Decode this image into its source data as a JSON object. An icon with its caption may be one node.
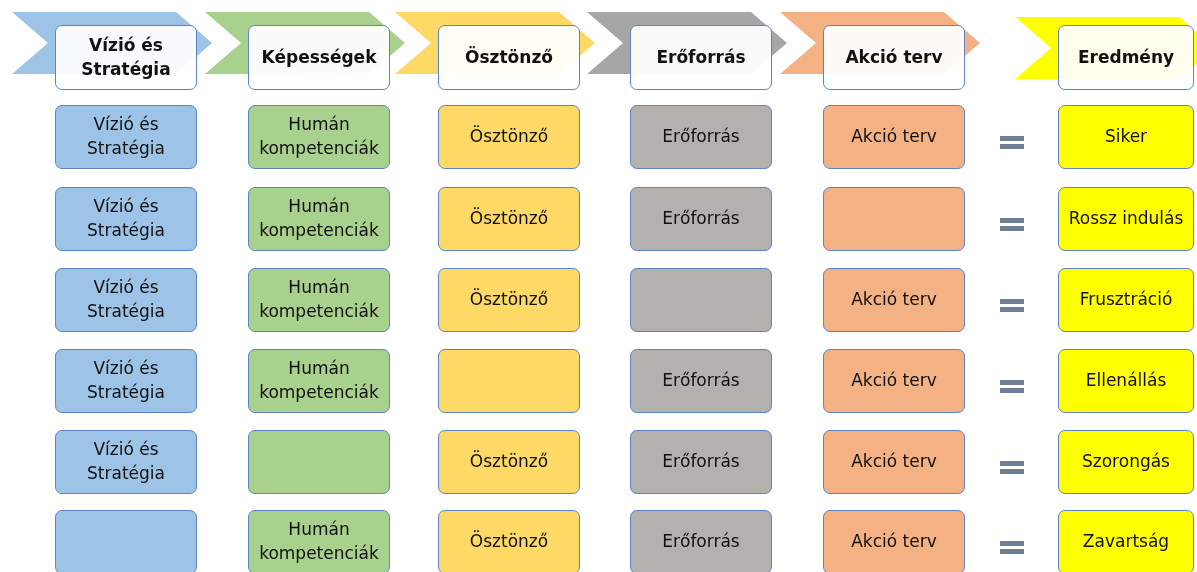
{
  "diagram": {
    "nodes": [
      {
        "text": [],
        "shape": "chevron"
      },
      {
        "text": [
          "Vízió és Stratégia"
        ]
      },
      {
        "text": [],
        "shape": "chevron"
      },
      {
        "text": [
          "Képességek"
        ]
      },
      {
        "text": [],
        "shape": "chevron"
      },
      {
        "text": [
          "Ösztönző"
        ]
      },
      {
        "text": [],
        "shape": "chevron"
      },
      {
        "text": [
          "Erőforrás"
        ]
      },
      {
        "text": [],
        "shape": "chevron"
      },
      {
        "text": [
          "Akció terv"
        ]
      },
      {
        "text": [],
        "shape": "chevron"
      },
      {
        "text": [
          "Eredmény"
        ]
      },
      {
        "text": [
          "Vízió és Stratégia"
        ]
      },
      {
        "text": [
          "Humán kompetenciák"
        ]
      },
      {
        "text": [
          "Ösztönző"
        ]
      },
      {
        "text": [
          "Erőforrás"
        ]
      },
      {
        "text": [
          "Akció terv"
        ]
      },
      {
        "text": [
          "Siker"
        ]
      },
      {
        "text": [
          "Vízió és Stratégia"
        ]
      },
      {
        "text": [
          "Humán kompetenciák"
        ]
      },
      {
        "text": [
          "Ösztönző"
        ]
      },
      {
        "text": [
          "Erőforrás"
        ]
      },
      {
        "text": [],
        "shape": "box"
      },
      {
        "text": [
          "Rossz indulás"
        ]
      },
      {
        "text": [
          "Vízió és Stratégia"
        ]
      },
      {
        "text": [
          "Humán kompetenciák"
        ]
      },
      {
        "text": [
          "Ösztönző"
        ]
      },
      {
        "text": [],
        "shape": "box"
      },
      {
        "text": [
          "Akció terv"
        ]
      },
      {
        "text": [
          "Frusztráció"
        ]
      },
      {
        "text": [
          "Vízió és Stratégia"
        ]
      },
      {
        "text": [
          "Humán kompetenciák"
        ]
      },
      {
        "text": [],
        "shape": "box"
      },
      {
        "text": [
          "Erőforrás"
        ]
      },
      {
        "text": [
          "Akció terv"
        ]
      },
      {
        "text": [
          "Ellenállás"
        ]
      },
      {
        "text": [
          "Vízió és Stratégia"
        ]
      },
      {
        "text": [],
        "shape": "box"
      },
      {
        "text": [
          "Ösztönző"
        ]
      },
      {
        "text": [
          "Erőforrás"
        ]
      },
      {
        "text": [
          "Akció terv"
        ]
      },
      {
        "text": [
          "Szorongás"
        ]
      },
      {
        "text": [],
        "shape": "box"
      },
      {
        "text": [
          "Humán kompetenciák"
        ]
      },
      {
        "text": [
          "Ösztönző"
        ]
      },
      {
        "text": [
          "Erőforrás"
        ]
      },
      {
        "text": [
          "Akció terv"
        ]
      },
      {
        "text": [
          "Zavartság"
        ]
      }
    ]
  }
}
